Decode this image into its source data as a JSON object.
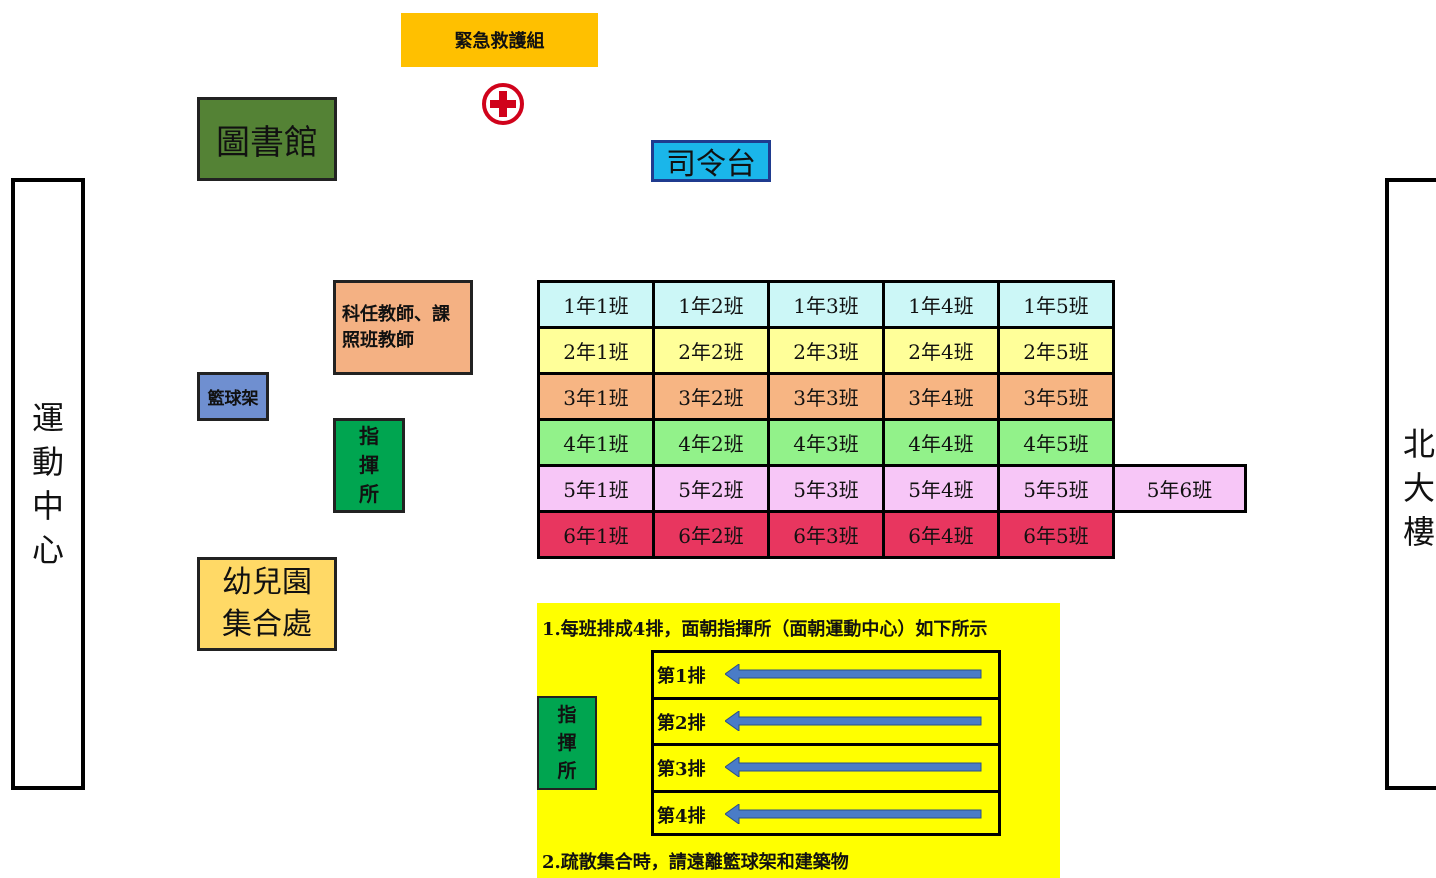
{
  "emergency": {
    "label": "緊急救護組"
  },
  "library": {
    "label": "圖書館"
  },
  "podium": {
    "label": "司令台"
  },
  "teachers": {
    "line1": "科任教師、課",
    "line2": "照班教師"
  },
  "basketball": {
    "label": "籃球架"
  },
  "command": {
    "chars": [
      "指",
      "揮",
      "所"
    ]
  },
  "kindergarten": {
    "line1": "幼兒園",
    "line2": "集合處"
  },
  "left_building": {
    "chars": [
      "運",
      "動",
      "中",
      "心"
    ]
  },
  "right_building": {
    "chars": [
      "北",
      "大",
      "樓"
    ]
  },
  "grades": [
    {
      "color": "#ccf7f7",
      "classes": [
        "1年1班",
        "1年2班",
        "1年3班",
        "1年4班",
        "1年5班"
      ]
    },
    {
      "color": "#ffff99",
      "classes": [
        "2年1班",
        "2年2班",
        "2年3班",
        "2年4班",
        "2年5班"
      ]
    },
    {
      "color": "#f7b583",
      "classes": [
        "3年1班",
        "3年2班",
        "3年3班",
        "3年4班",
        "3年5班"
      ]
    },
    {
      "color": "#92f28a",
      "classes": [
        "4年1班",
        "4年2班",
        "4年3班",
        "4年4班",
        "4年5班"
      ]
    },
    {
      "color": "#f7c6f7",
      "classes": [
        "5年1班",
        "5年2班",
        "5年3班",
        "5年4班",
        "5年5班",
        "5年6班"
      ]
    },
    {
      "color": "#e8365f",
      "classes": [
        "6年1班",
        "6年2班",
        "6年3班",
        "6年4班",
        "6年5班"
      ]
    }
  ],
  "instructions": {
    "line1": "1.每班排成4排，面朝指揮所（面朝運動中心）如下所示",
    "line2": "2.疏散集合時，請遠離籃球架和建築物",
    "command_chars": [
      "指",
      "揮",
      "所"
    ],
    "rows": [
      "第1排",
      "第2排",
      "第3排",
      "第4排"
    ],
    "arrow_color": "#4a7cc7"
  }
}
